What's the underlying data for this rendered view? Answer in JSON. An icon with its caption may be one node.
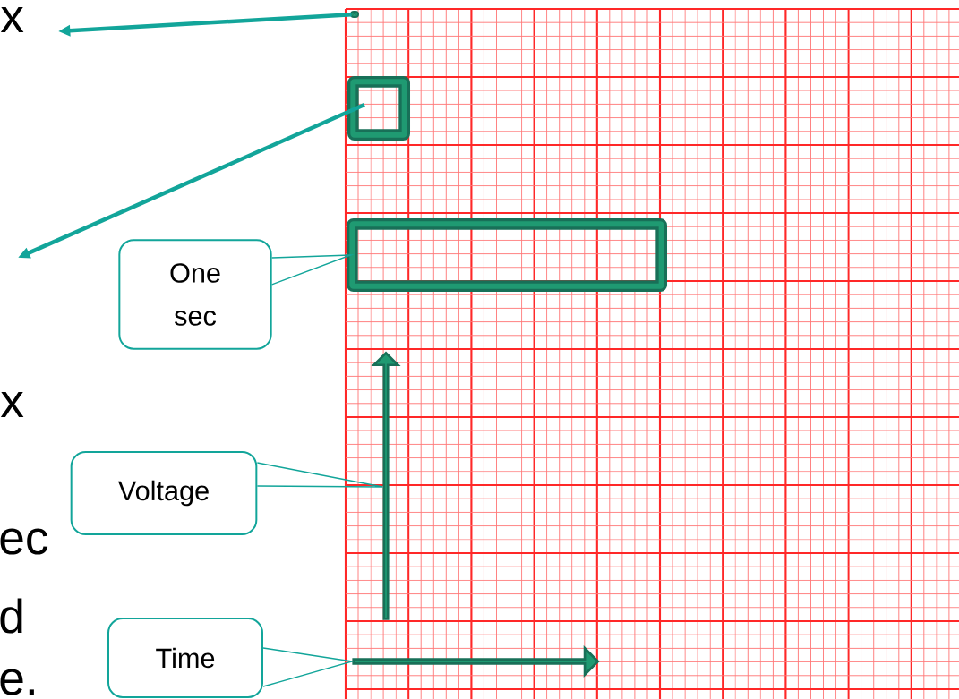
{
  "diagram": {
    "nodes": [
      {
        "text": [],
        "shape": "box"
      },
      {
        "text": [],
        "shape": "box"
      },
      {
        "text": [],
        "shape": "box"
      },
      {
        "text": [],
        "shape": "arrow"
      },
      {
        "text": [],
        "shape": "arrow"
      },
      {
        "text": [
          "One sec"
        ]
      },
      {
        "text": [
          "Voltage"
        ]
      },
      {
        "text": [
          "Time"
        ]
      }
    ],
    "edges": [
      {
        "from": 0,
        "to": null,
        "arrow": "to",
        "style": "thick"
      },
      {
        "from": 1,
        "to": null,
        "arrow": "to",
        "style": "thick"
      },
      {
        "from": 5,
        "to": 2,
        "arrow": "none"
      },
      {
        "from": 6,
        "to": 3,
        "arrow": "none"
      },
      {
        "from": 7,
        "to": 4,
        "arrow": "none"
      }
    ],
    "labels": [
      "x",
      "x",
      "ec",
      "d",
      "e."
    ]
  }
}
